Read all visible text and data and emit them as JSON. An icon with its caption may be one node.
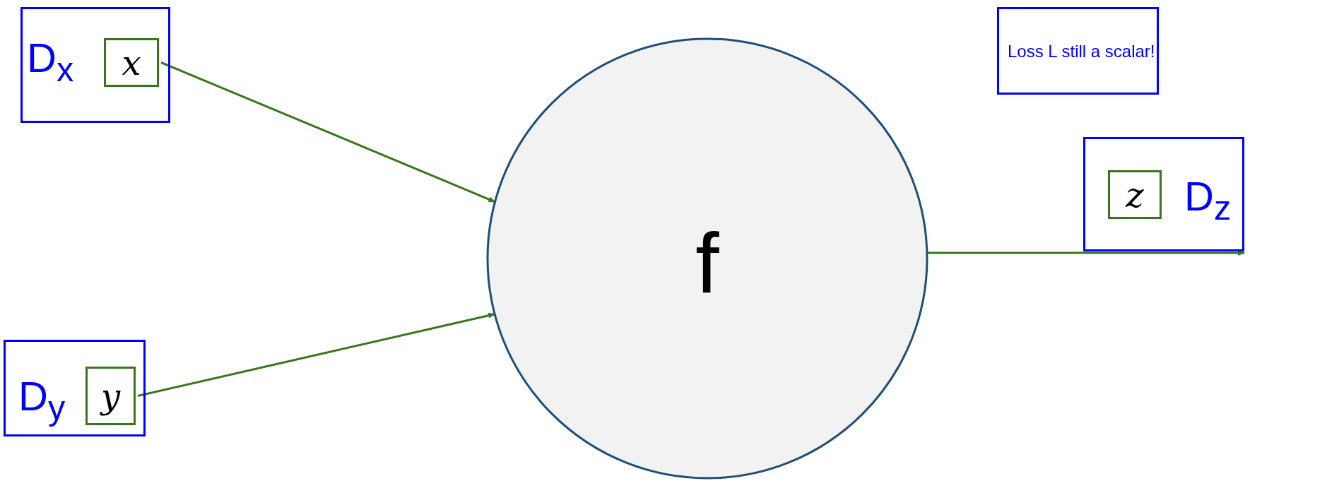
{
  "diagram": {
    "nodes": [
      {
        "text": [
          "D$_{x}$"
        ]
      },
      {
        "text": [
          "x"
        ],
        "in": 0
      },
      {
        "text": [
          "D$_{y}$"
        ]
      },
      {
        "text": [
          "y"
        ],
        "in": 2
      },
      {
        "text": [
          "f"
        ]
      },
      {
        "text": [
          "Loss L still a scalar!"
        ]
      },
      {
        "text": [
          "D$_{z}$"
        ]
      },
      {
        "text": [
          "z"
        ],
        "in": 6
      }
    ],
    "edges": [
      {
        "from": 1,
        "to": 4,
        "arrow": "to"
      },
      {
        "from": 3,
        "to": 4,
        "arrow": "to"
      },
      {
        "from": 4,
        "to": 6,
        "arrow": "to"
      }
    ]
  }
}
